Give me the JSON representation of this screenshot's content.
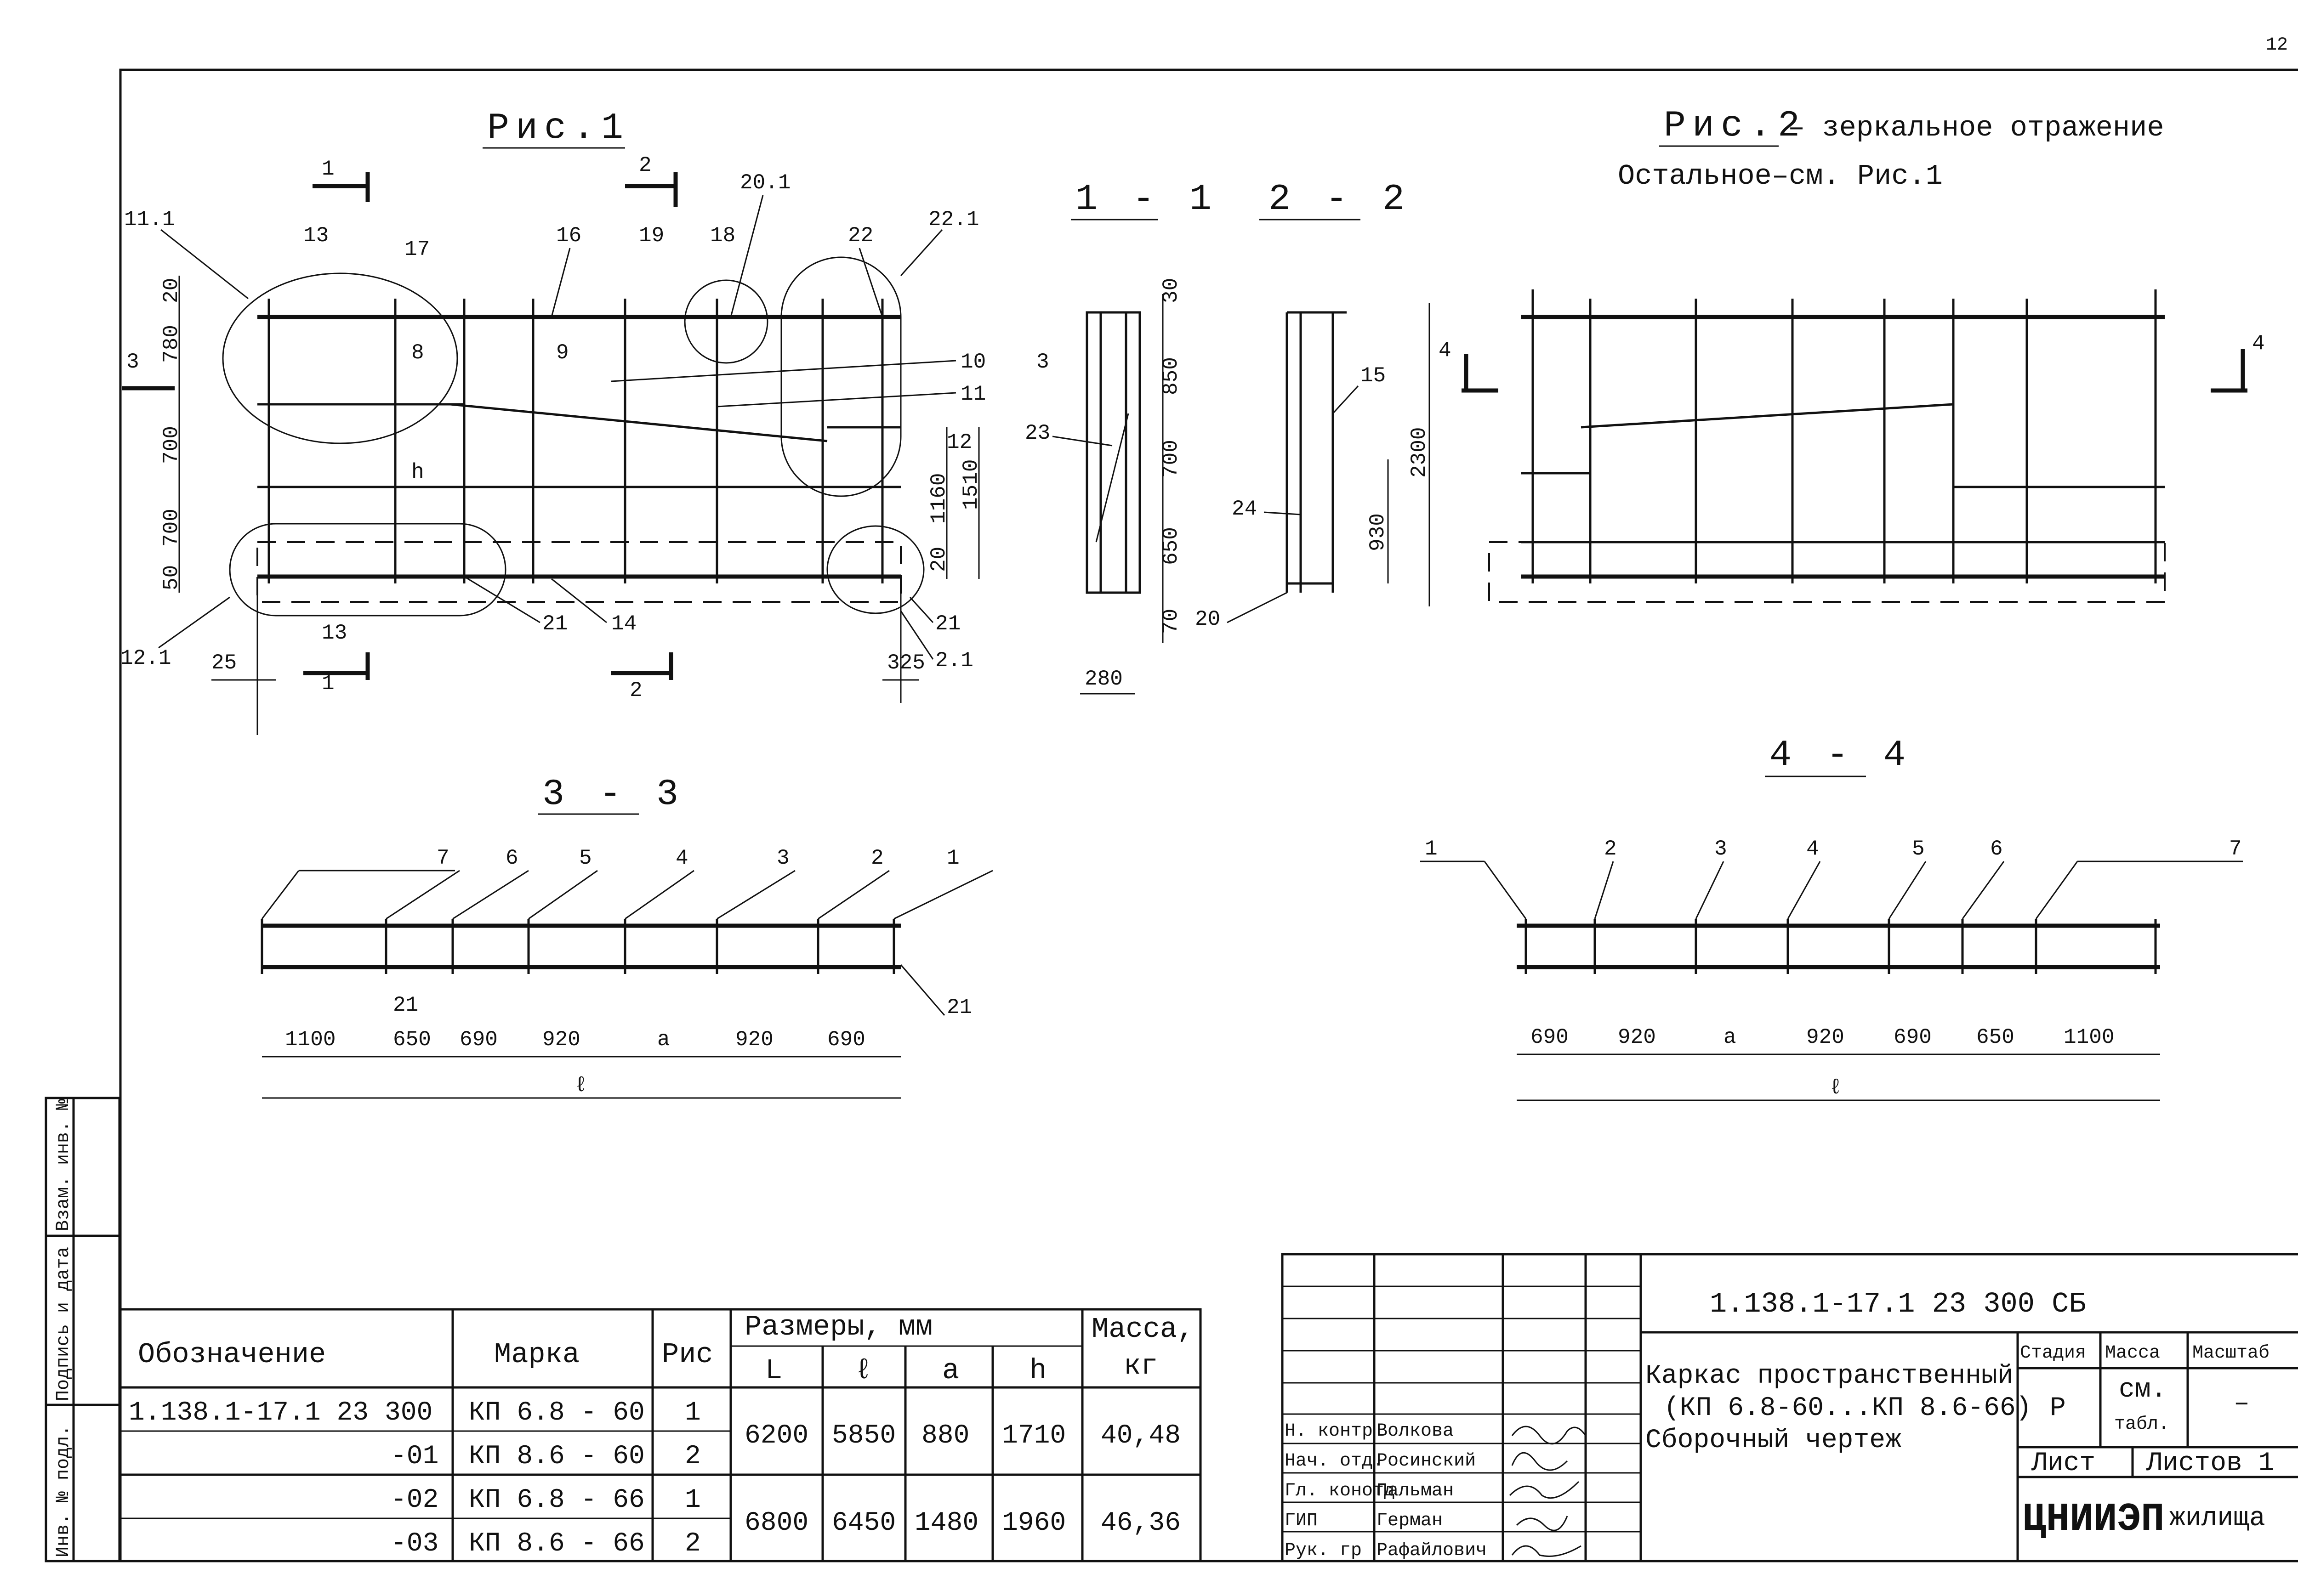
{
  "page_number": "12",
  "fig1": {
    "title": "Рис.1",
    "section_marks": [
      "1",
      "2",
      "3",
      "1",
      "2"
    ],
    "labels": [
      "11.1",
      "13",
      "17",
      "16",
      "19",
      "18",
      "20.1",
      "22",
      "22.1",
      "8",
      "9",
      "10",
      "11",
      "12",
      "3",
      "21",
      "14",
      "21",
      "2.1",
      "12.1",
      "13",
      "h"
    ],
    "dims_left": [
      "20",
      "780",
      "700",
      "700",
      "50"
    ],
    "dims_right": [
      "1160",
      "20",
      "1510"
    ],
    "dims_bottom": [
      "25",
      "325"
    ]
  },
  "fig2": {
    "title": "Рис.2",
    "subtitle": "– зеркальное отражение",
    "note": "Остальное–см. Рис.1",
    "section_marks": [
      "4",
      "4"
    ]
  },
  "section_1_1": {
    "title": "1 - 1",
    "label": "23",
    "dims_right": [
      "30",
      "850",
      "700",
      "650",
      "70"
    ],
    "dim_bottom": "280"
  },
  "section_2_2": {
    "title": "2 - 2",
    "labels": [
      "15",
      "24",
      "20"
    ],
    "dims": [
      "2300",
      "930"
    ]
  },
  "section_3_3": {
    "title": "3 - 3",
    "callouts": [
      "7",
      "6",
      "5",
      "4",
      "3",
      "2",
      "1",
      "21",
      "21"
    ],
    "dims": [
      "1100",
      "650",
      "690",
      "920",
      "a",
      "920",
      "690"
    ],
    "overall": "ℓ"
  },
  "section_4_4": {
    "title": "4 - 4",
    "callouts": [
      "1",
      "2",
      "3",
      "4",
      "5",
      "6",
      "7"
    ],
    "dims": [
      "690",
      "920",
      "a",
      "920",
      "690",
      "650",
      "1100"
    ],
    "overall": "ℓ"
  },
  "side_stamp": [
    "Взам. инв. №",
    "Подпись и дата",
    "Инв. № подл."
  ],
  "spec_table": {
    "headers": {
      "designation": "Обозначение",
      "mark": "Марка",
      "fig": "Рис",
      "dimensions": "Размеры, мм",
      "L": "L",
      "l": "ℓ",
      "a": "a",
      "h": "h",
      "mass": "Масса,",
      "mass_unit": "кг"
    },
    "rows": [
      {
        "designation": "1.138.1-17.1 23 300",
        "mark": "КП 6.8 - 60",
        "fig": "1"
      },
      {
        "designation": "-01",
        "mark": "КП 8.6 - 60",
        "fig": "2"
      },
      {
        "designation": "-02",
        "mark": "КП 6.8 - 66",
        "fig": "1"
      },
      {
        "designation": "-03",
        "mark": "КП 8.6 - 66",
        "fig": "2"
      }
    ],
    "groups": [
      {
        "L": "6200",
        "l": "5850",
        "a": "880",
        "h": "1710",
        "mass": "40,48"
      },
      {
        "L": "6800",
        "l": "6450",
        "a": "1480",
        "h": "1960",
        "mass": "46,36"
      }
    ]
  },
  "title_block": {
    "doc_code": "1.138.1-17.1 23 300 СБ",
    "name_line1": "Каркас пространственный",
    "name_line2": "(КП 6.8-60...КП 8.6-66)",
    "name_line3": "Сборочный чертеж",
    "stage_label": "Стадия",
    "mass_label": "Масса",
    "scale_label": "Масштаб",
    "stage": "Р",
    "mass_val1": "см.",
    "mass_val2": "табл.",
    "scale": "–",
    "sheet_label": "Лист",
    "sheets_label": "Листов 1",
    "organization_logo": "ЦНИИЭП",
    "organization_text": "жилища",
    "roles": [
      {
        "role": "Н. контр",
        "name": "Волкова"
      },
      {
        "role": "Нач. отд.",
        "name": "Росинский"
      },
      {
        "role": "Гл. конотд",
        "name": "Пальман"
      },
      {
        "role": "ГИП",
        "name": "Герман"
      },
      {
        "role": "Рук. гр",
        "name": "Рафайлович"
      }
    ]
  }
}
